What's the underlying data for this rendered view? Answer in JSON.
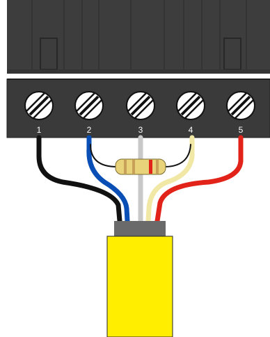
{
  "terminals": [
    {
      "label": "1"
    },
    {
      "label": "2"
    },
    {
      "label": "3"
    },
    {
      "label": "4"
    },
    {
      "label": "5"
    }
  ],
  "wire_colors": {
    "black": "#111111",
    "blue": "#0a4fb5",
    "grey": "#c8c8c8",
    "cream": "#f2e8a6",
    "red": "#e2231a"
  },
  "colors": {
    "block": "#3a3a3a",
    "block_dark": "#2b2b2b",
    "screw": "#ffffff",
    "sheath": "#ffee00",
    "collar": "#6a6a6a",
    "resistor_body": "#e8d27a"
  },
  "resistor_bands": [
    "#c8a058",
    "#c8a058",
    "#e2231a",
    "#c8a058"
  ]
}
